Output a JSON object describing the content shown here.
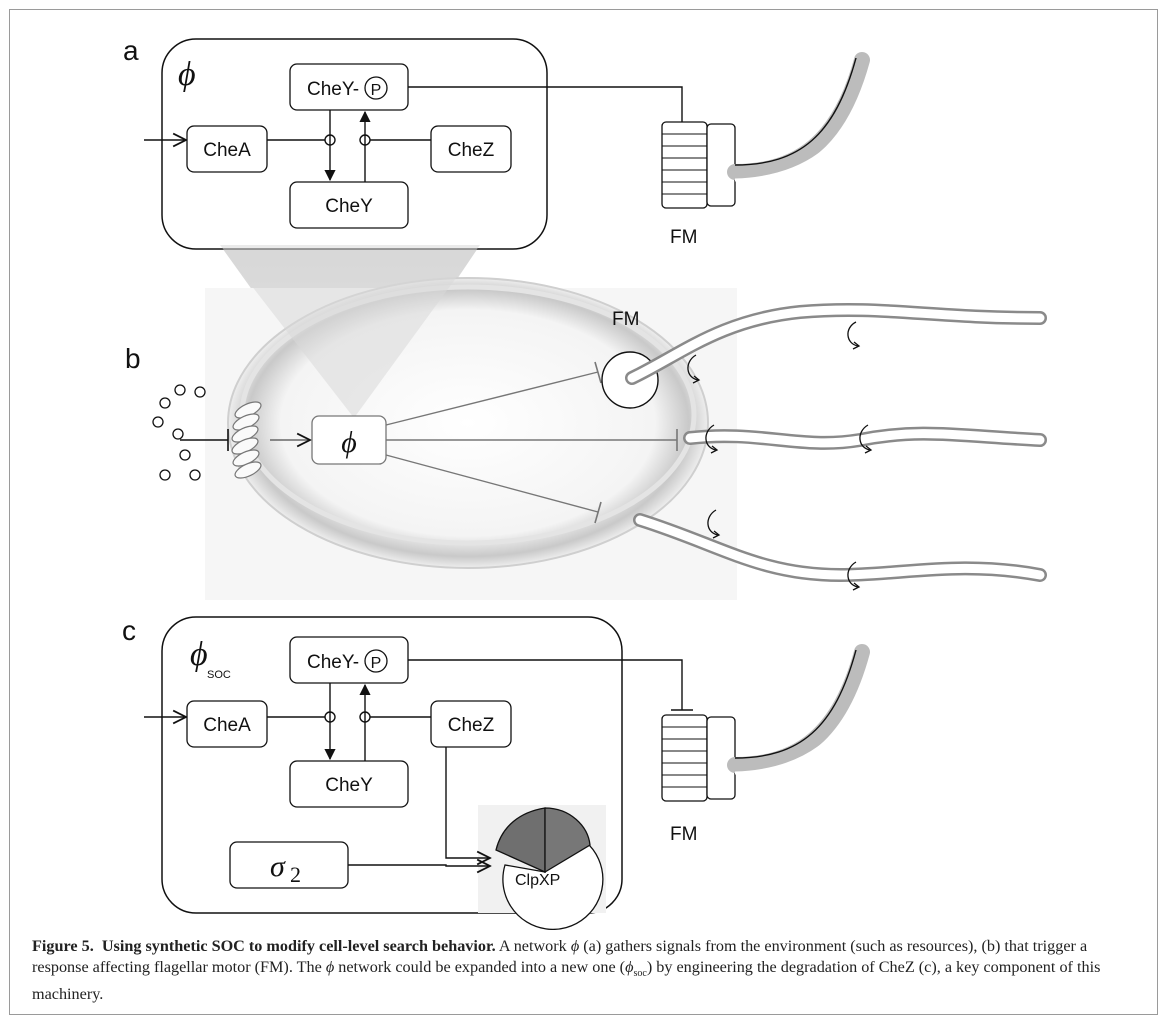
{
  "panels": {
    "a": {
      "letter": "a",
      "network_symbol": "ϕ",
      "nodes": {
        "chey_p": "CheY-",
        "phospho": "P",
        "chea": "CheA",
        "chez": "CheZ",
        "chey": "CheY"
      },
      "motor_label": "FM"
    },
    "b": {
      "letter": "b",
      "network_symbol": "ϕ",
      "motor_label": "FM"
    },
    "c": {
      "letter": "c",
      "network_symbol": "ϕ",
      "network_subscript": "SOC",
      "nodes": {
        "chey_p": "CheY-",
        "phospho": "P",
        "chea": "CheA",
        "chez": "CheZ",
        "chey": "CheY",
        "sigma": "σ",
        "sigma_sub": "2",
        "protease": "ClpXP"
      },
      "motor_label": "FM"
    }
  },
  "caption": {
    "label": "Figure 5.",
    "title": "Using synthetic SOC to modify cell-level search behavior.",
    "t1": "A network",
    "phi": "ϕ",
    "t2": "(a) gathers signals from the environment (such as resources), (b) that trigger a response affecting flagellar motor (FM). The",
    "phi2": "ϕ",
    "t3": "network could be expanded into a new one (",
    "phi3": "ϕ",
    "sub": "soc",
    "t4": ") by engineering the degradation of CheZ (c), a key component of this machinery."
  }
}
